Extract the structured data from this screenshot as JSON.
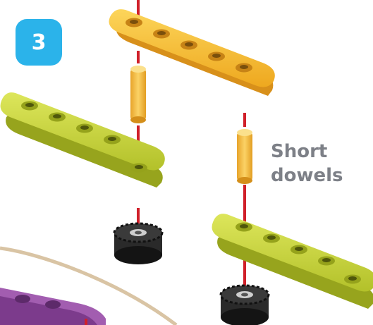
{
  "step": {
    "number": "3"
  },
  "callout": {
    "line1": "Short",
    "line2": "dowels"
  },
  "colors": {
    "badge": "#2bb3ea",
    "yellow_bar": "#f5b62c",
    "green_bar": "#c7d33a",
    "purple_bar": "#8b4a9a",
    "dowel": "#f0b73a",
    "guide_line": "#d0202a",
    "wheel": "#1e1e1e",
    "divider": "#d9c4a4",
    "label": "#7d8087"
  }
}
